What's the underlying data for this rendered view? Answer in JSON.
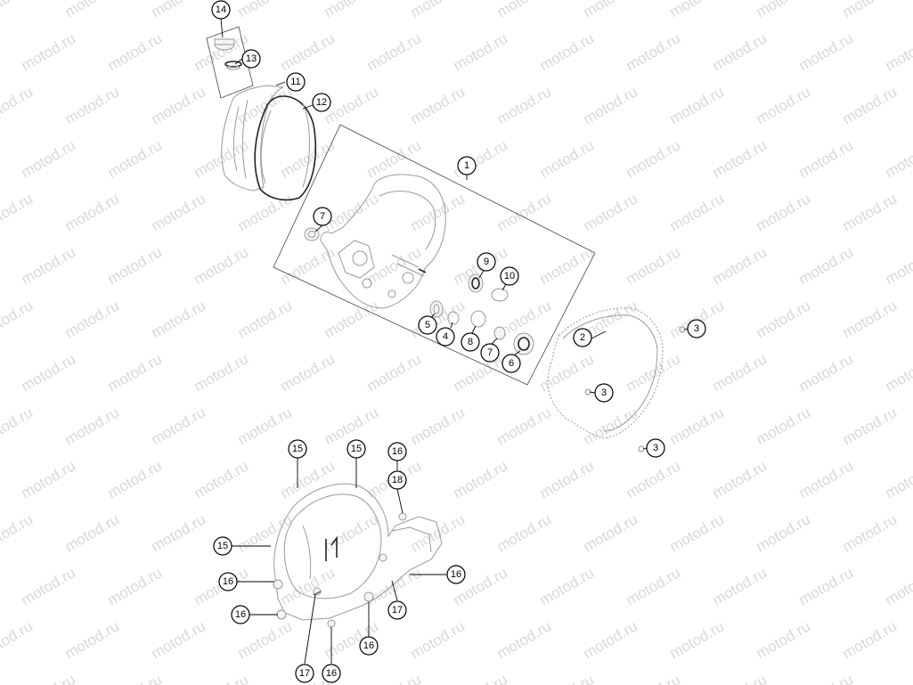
{
  "watermark": {
    "text": "motod.ru"
  },
  "callouts": {
    "c14": "14",
    "c13": "13",
    "c11": "11",
    "c12": "12",
    "c1": "1",
    "c7a": "7",
    "c9": "9",
    "c10": "10",
    "c5": "5",
    "c4": "4",
    "c8": "8",
    "c7b": "7",
    "c6": "6",
    "c2": "2",
    "c3a": "3",
    "c3b": "3",
    "c3c": "3",
    "c15a": "15",
    "c15b": "15",
    "c15c": "15",
    "c16a": "16",
    "c18": "18",
    "c16b": "16",
    "c16c": "16",
    "c16d": "16",
    "c17a": "17",
    "c16e": "16",
    "c17b": "17",
    "c16f": "16"
  }
}
